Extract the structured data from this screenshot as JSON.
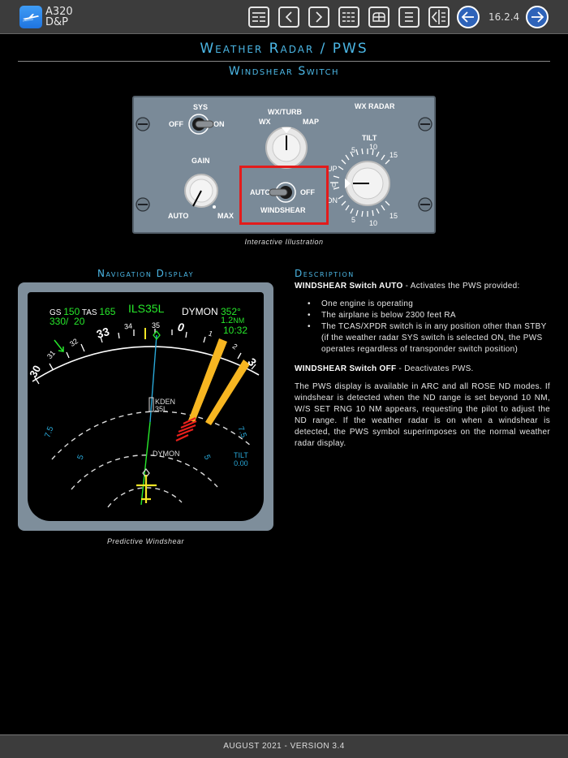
{
  "app": {
    "name_line1": "A320",
    "name_line2": "D&P",
    "logo_icon": "airplane-icon"
  },
  "toolbar": {
    "buttons": [
      {
        "name": "contents-button",
        "icon": "table-of-contents-icon"
      },
      {
        "name": "back-button",
        "icon": "chevron-left-icon"
      },
      {
        "name": "forward-button",
        "icon": "chevron-right-icon"
      },
      {
        "name": "index-button",
        "icon": "index-list-icon"
      },
      {
        "name": "panel-overview-button",
        "icon": "overhead-panel-icon"
      },
      {
        "name": "menu-button",
        "icon": "menu-lines-icon"
      },
      {
        "name": "sidebar-toggle-button",
        "icon": "sidebar-collapse-icon"
      }
    ],
    "prev_page_icon": "arrow-left-circle-icon",
    "next_page_icon": "arrow-right-circle-icon",
    "page_number": "16.2.4"
  },
  "header": {
    "title": "Weather Radar / PWS",
    "subtitle": "Windshear Switch"
  },
  "panel": {
    "label": "WX RADAR",
    "sys": {
      "label": "SYS",
      "off": "OFF",
      "on": "ON"
    },
    "wx_turb": {
      "label": "WX/TURB",
      "wx": "WX",
      "map": "MAP"
    },
    "gain": {
      "label": "GAIN",
      "auto": "AUTO",
      "max": "MAX"
    },
    "windshear": {
      "label": "WINDSHEAR",
      "auto": "AUTO",
      "off": "OFF"
    },
    "tilt": {
      "label": "TILT",
      "up": "UP",
      "zero": "0",
      "dn": "DN",
      "up_ticks": [
        "5",
        "10",
        "15"
      ],
      "dn_ticks": [
        "5",
        "10",
        "15"
      ]
    },
    "caption": "Interactive Illustration"
  },
  "nav_display": {
    "heading": "Navigation Display",
    "gs_label": "GS",
    "gs": "150",
    "tas_label": "TAS",
    "tas": "165",
    "wind": "330/  20",
    "approach": "ILS35L",
    "waypoint": "DYMON",
    "bearing": "352°",
    "distance": "1.2",
    "distance_unit": "NM",
    "eta": "10:32",
    "compass": [
      "30",
      "31",
      "32",
      "33",
      "34",
      "35",
      "0",
      "1",
      "2",
      "3"
    ],
    "range_labels": {
      "outer_left": "7.5",
      "outer_right": "7.5",
      "mid_left": "5",
      "mid_right": "5"
    },
    "airport": "KDEN",
    "runway": "35L",
    "fix": "DYMON",
    "tilt_label": "TILT",
    "tilt_value": "0.00",
    "colors": {
      "green": "#27e82b",
      "cyan": "#29a8d8",
      "yellow": "#f2e625",
      "amber": "#f7b621",
      "red": "#e8201c"
    },
    "caption": "Predictive Windshear"
  },
  "description": {
    "heading": "Description",
    "auto_bold": "WINDSHEAR Switch AUTO",
    "auto_text": " - Activates the PWS provided:",
    "conditions": [
      "One engine is operating",
      "The airplane is below 2300 feet RA",
      "The TCAS/XPDR switch is in any position other than STBY (if the weather radar SYS switch is selected ON, the PWS operates regardless of transponder switch position)"
    ],
    "off_bold": "WINDSHEAR Switch OFF",
    "off_text": " - Deactivates PWS.",
    "paragraph": "The PWS display is available in ARC and all ROSE ND modes. If windshear is detected when the ND range is set beyond 10 NM, W/S SET RNG 10 NM appears, requesting the pilot to adjust the ND range. If the weather radar is on when a windshear is detected, the PWS symbol superimposes on the normal weather radar display."
  },
  "footer": {
    "text": "AUGUST 2021 - VERSION 3.4"
  }
}
